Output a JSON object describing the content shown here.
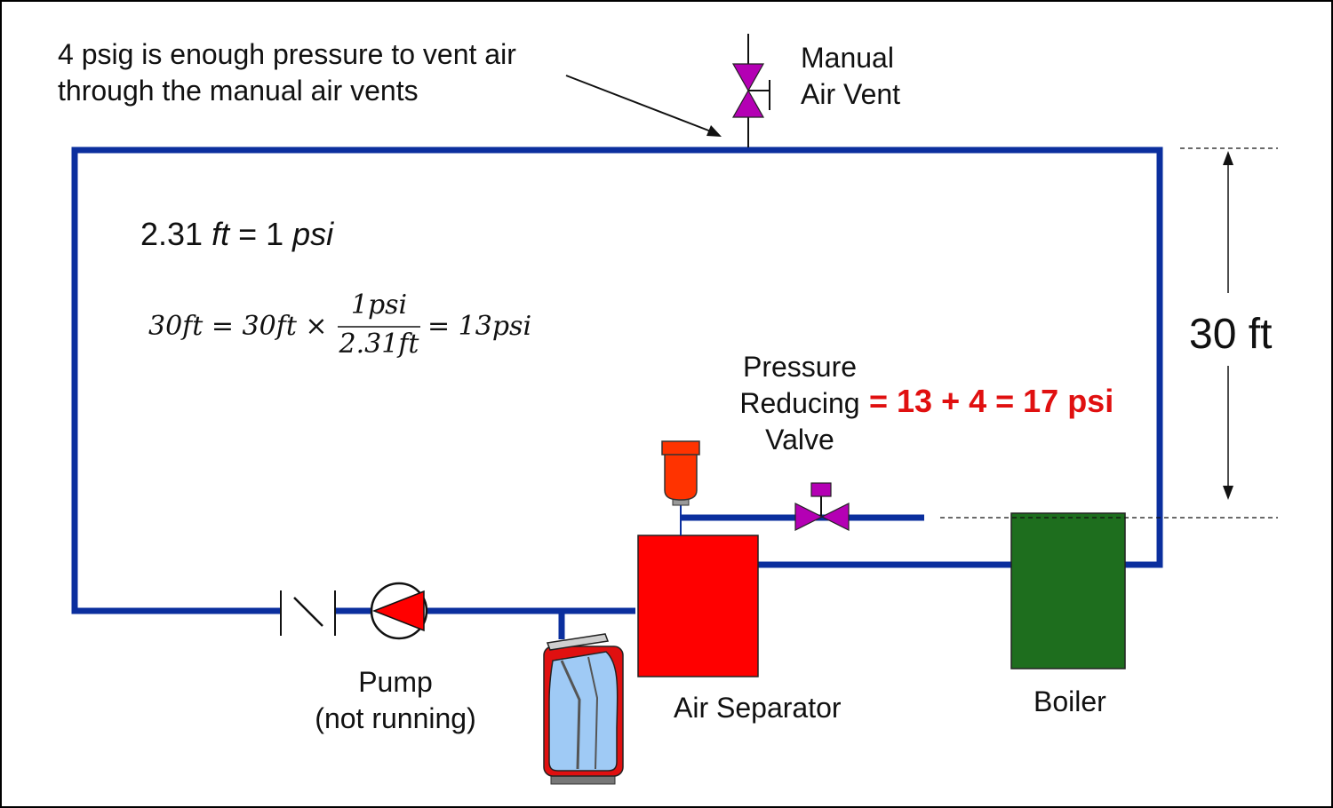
{
  "annotation_vent": {
    "line1": "4 psig is enough pressure to vent air",
    "line2": "through the manual air vents"
  },
  "manual_air_vent": {
    "line1": "Manual",
    "line2": "Air Vent"
  },
  "conversion": {
    "lhs_value": "2.31 ",
    "lhs_unit": "ft",
    "eq": " = 1 ",
    "rhs_unit": "psi"
  },
  "equation": {
    "left": "30ft = 30ft ×",
    "numerator": "1psi",
    "denominator": "2.31ft",
    "right": "= 13psi"
  },
  "prv": {
    "line1": "Pressure",
    "line2": "Reducing",
    "line3": "Valve"
  },
  "result": "= 13 + 4 = 17 psi",
  "height_label": "30 ft",
  "pump": {
    "line1": "Pump",
    "line2": "(not running)"
  },
  "air_separator": "Air Separator",
  "boiler": "Boiler",
  "colors": {
    "pipe": "#0b2f9e",
    "valve": "#b400b4",
    "separator": "#ff0000",
    "boiler": "#1e6e1e",
    "tank_body": "#e01010",
    "tank_bladder": "#9fcaf5",
    "air_vent_float": "#ff3300",
    "result_text": "#e01010"
  }
}
